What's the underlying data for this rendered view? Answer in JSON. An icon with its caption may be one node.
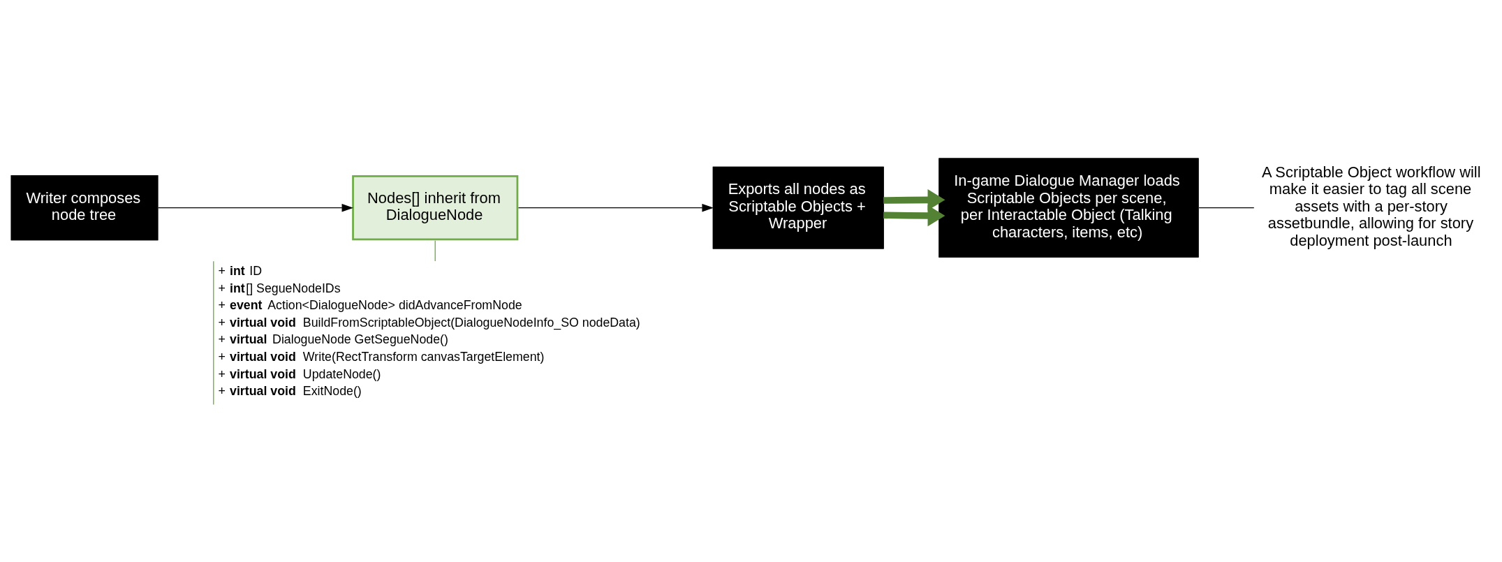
{
  "diagram": {
    "nodes": [
      {
        "text": [
          "Writer composes node tree"
        ]
      },
      {
        "text": [
          "Nodes[] inherit from DialogueNode"
        ]
      },
      {
        "text": [
          "+ **int** ID",
          "+ **int**[] SegueNodeIDs",
          "+ **event** Action<DialogueNode> didAdvanceFromNode",
          "+ **virtual void** BuildFromScriptableObject(DialogueNodeInfo_SO nodeData)",
          "+ **virtual** DialogueNode GetSegueNode()",
          "+ **virtual void** Write(RectTransform canvasTargetElement)",
          "+ **virtual void** UpdateNode()",
          "+ **virtual void** ExitNode()"
        ]
      },
      {
        "text": [
          "Exports all nodes as Scriptable Objects + Wrapper"
        ]
      },
      {
        "text": [
          "In-game Dialogue Manager loads Scriptable Objects per scene, per Interactable Object (Talking characters, items, etc)"
        ]
      },
      {
        "text": [
          "A Scriptable Object workflow will make it easier to tag all scene assets with a per-story assetbundle, allowing for story deployment post-launch"
        ]
      }
    ],
    "edges": [
      {
        "from": 0,
        "to": 1,
        "arrow": "to"
      },
      {
        "from": 1,
        "to": 2,
        "arrow": "none",
        "color": "#70ad47"
      },
      {
        "from": 1,
        "to": 3,
        "arrow": "to"
      },
      {
        "from": 3,
        "to": 4,
        "arrow": "to",
        "style": "thick",
        "color": "#548235"
      },
      {
        "from": 3,
        "to": 4,
        "arrow": "to",
        "style": "thick",
        "color": "#548235"
      },
      {
        "from": 4,
        "to": 5,
        "arrow": "none"
      }
    ]
  }
}
